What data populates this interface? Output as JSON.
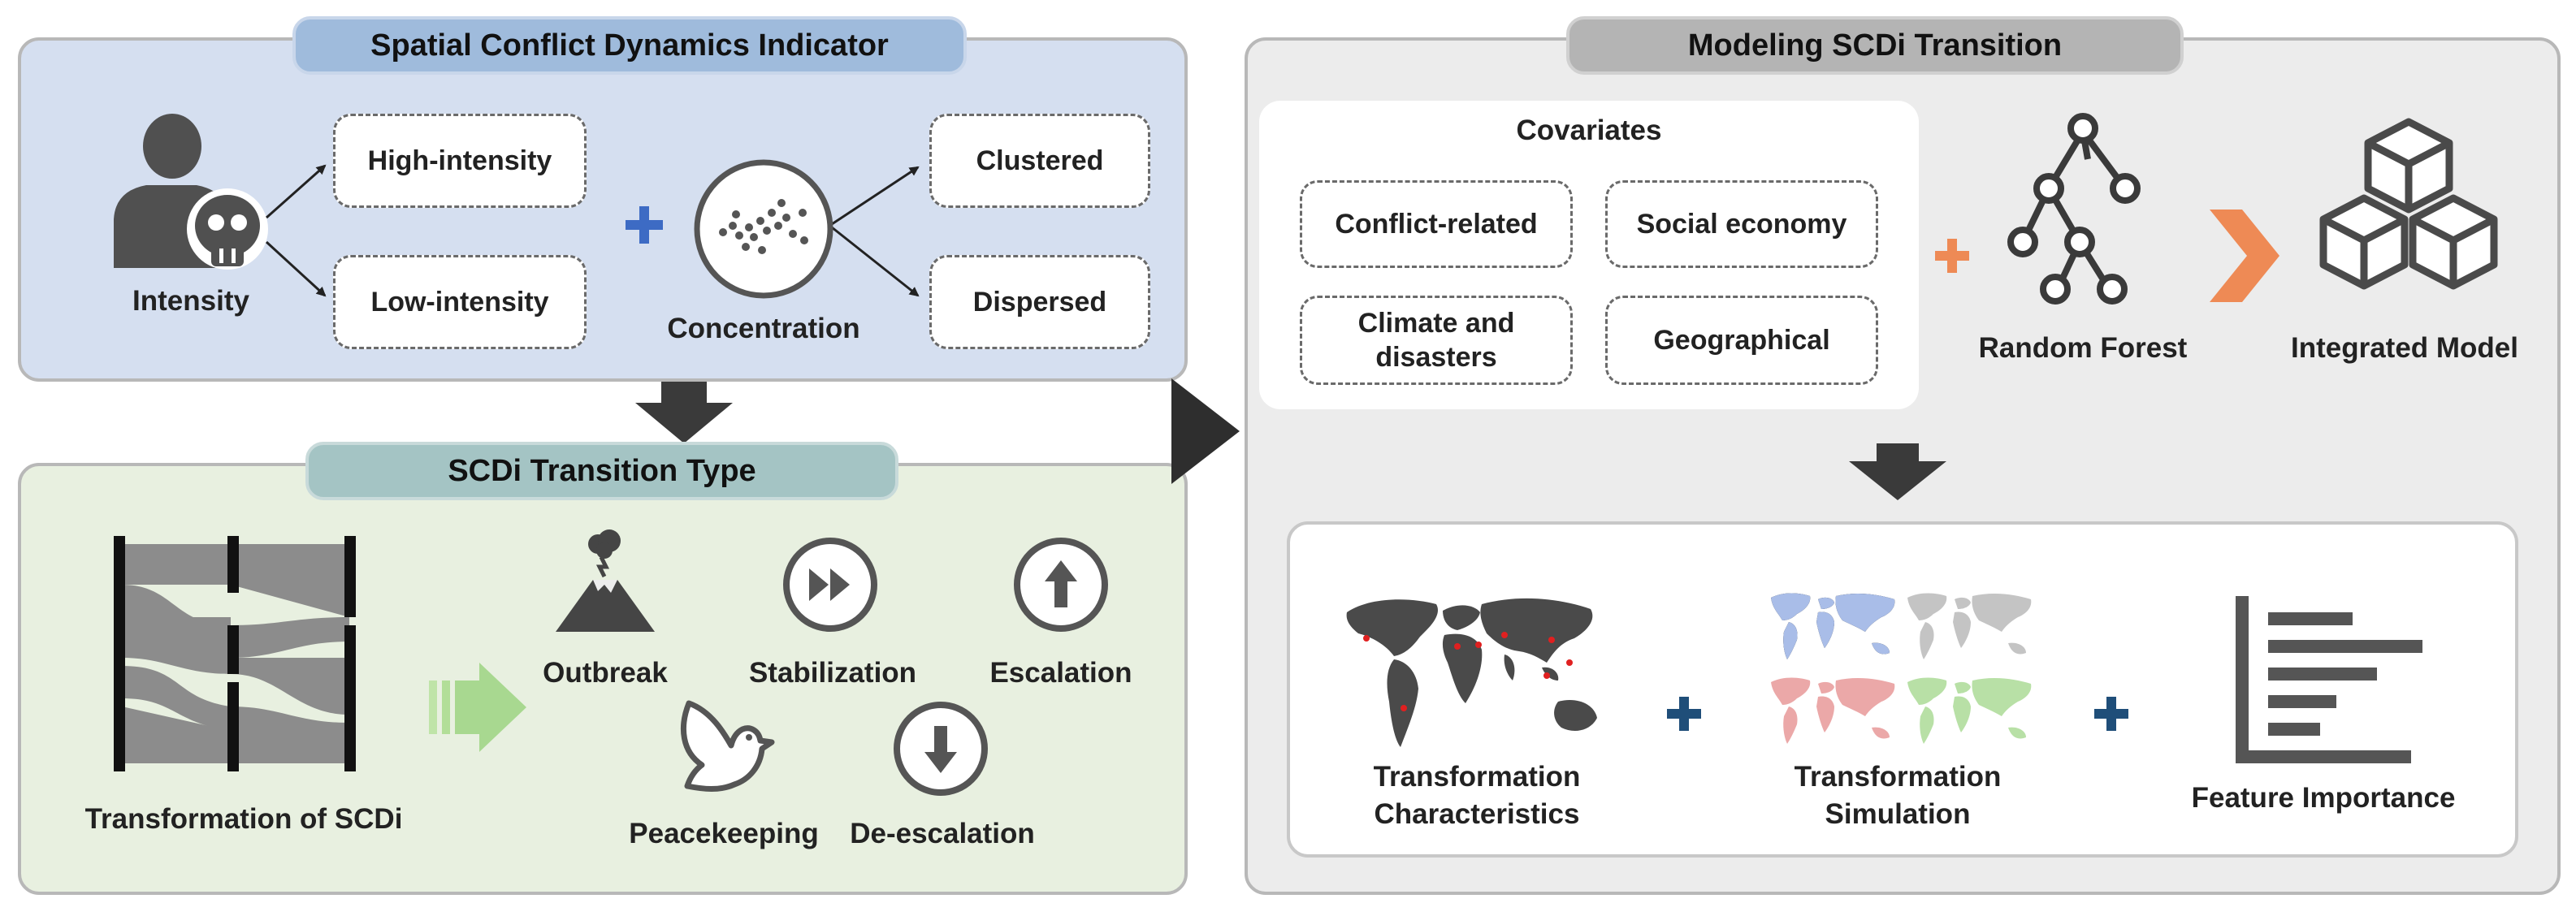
{
  "indicator": {
    "title": "Spatial Conflict Dynamics Indicator",
    "intensity_label": "Intensity",
    "high": "High-intensity",
    "low": "Low-intensity",
    "concentration_label": "Concentration",
    "clustered": "Clustered",
    "dispersed": "Dispersed"
  },
  "transition": {
    "title": "SCDi Transition Type",
    "transformation_label": "Transformation of SCDi",
    "types": [
      "Outbreak",
      "Stabilization",
      "Escalation",
      "Peacekeeping",
      "De-escalation"
    ]
  },
  "modeling": {
    "title": "Modeling SCDi Transition",
    "covariates_title": "Covariates",
    "covariates": [
      "Conflict-related",
      "Social economy",
      "Climate and disasters",
      "Geographical"
    ],
    "random_forest": "Random Forest",
    "integrated_model": "Integrated Model",
    "outputs": [
      "Transformation Characteristics",
      "Transformation Simulation",
      "Feature Importance"
    ]
  },
  "colors": {
    "panel_a_bg": "#d5dff0",
    "panel_b_bg": "#e8f0e0",
    "panel_c_bg": "#ececec",
    "plus_blue": "#3d6bc4",
    "plus_orange": "#ee8a55",
    "plus_navy": "#1f4e79",
    "icon_dark": "#505050",
    "green_arrow": "#a8d890"
  }
}
